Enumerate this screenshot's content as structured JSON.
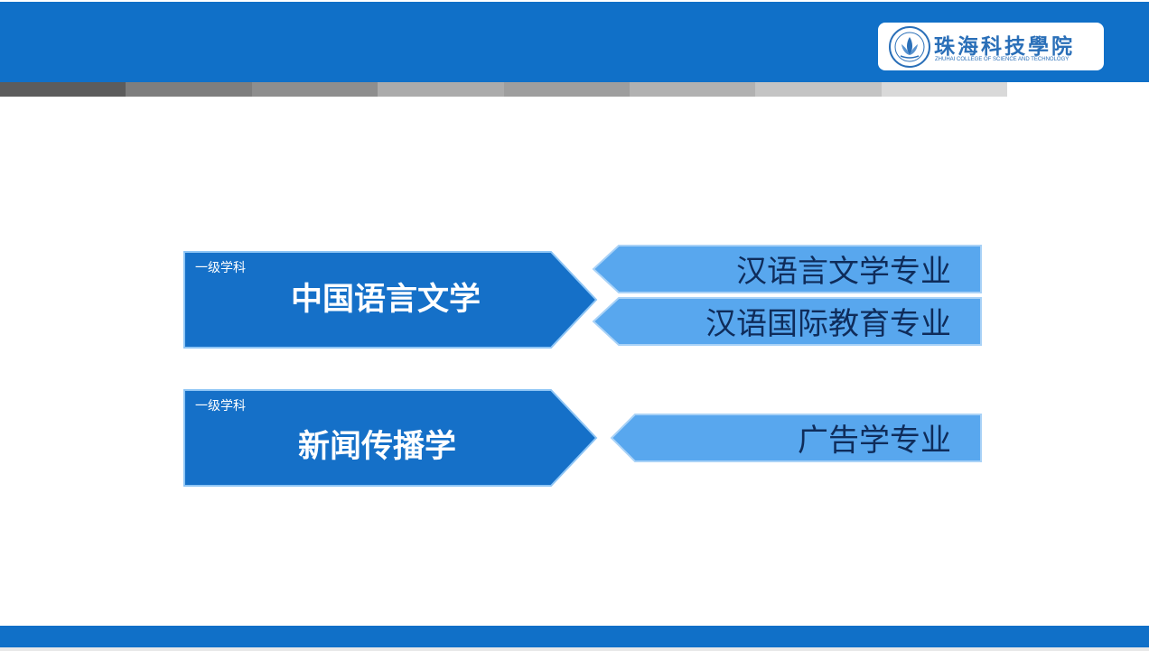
{
  "header": {
    "logo": {
      "name_cn": "珠海科技學院",
      "name_en": "ZHUHAI COLLEGE OF SCIENCE AND TECHNOLOGY"
    }
  },
  "stripe_colors": [
    "#5C5C5C",
    "#7E7E7E",
    "#8E8E8E",
    "#ABABAB",
    "#9E9E9E",
    "#B1B1B1",
    "#C4C4C4",
    "#D9D9D9"
  ],
  "colors": {
    "brand_blue": "#1070C8",
    "discipline_fill": "#1570C8",
    "major_fill": "#58A7EE",
    "major_text": "#0F2C5A"
  },
  "disciplines": [
    {
      "tag": "一级学科",
      "title": "中国语言文学",
      "majors": [
        "汉语言文学专业",
        "汉语国际教育专业"
      ]
    },
    {
      "tag": "一级学科",
      "title": "新闻传播学",
      "majors": [
        "广告学专业"
      ]
    }
  ]
}
